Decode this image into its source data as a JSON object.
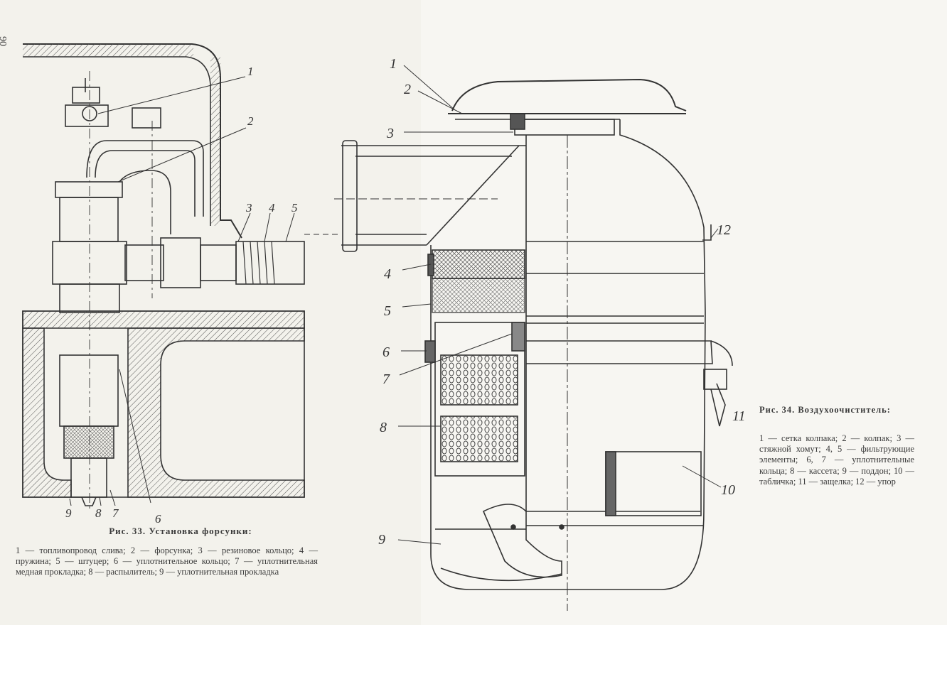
{
  "page_number": "90",
  "figure33": {
    "title": "Рис. 33. Установка форсунки:",
    "caption": "1 — топливопровод слива; 2 — форсунка; 3 — резиновое кольцо; 4 — пружина; 5 — штуцер; 6 — уплотнительное кольцо; 7 — уплотнительная медная прокладка; 8 — распылитель; 9 — уплотнительная прокладка",
    "callouts": [
      "1",
      "2",
      "3",
      "4",
      "5",
      "6",
      "7",
      "8",
      "9"
    ]
  },
  "figure34": {
    "title": "Рис. 34. Воздухоочиститель:",
    "caption": "1 — сетка колпака; 2 — колпак; 3 — стяжной хомут; 4, 5 — фильтрующие элементы; 6, 7 — уплотнительные кольца; 8 — кассета; 9 — поддон; 10 — табличка; 11 — защелка; 12 — упор",
    "callouts": [
      "1",
      "2",
      "3",
      "4",
      "5",
      "6",
      "7",
      "8",
      "9",
      "10",
      "11",
      "12"
    ]
  }
}
